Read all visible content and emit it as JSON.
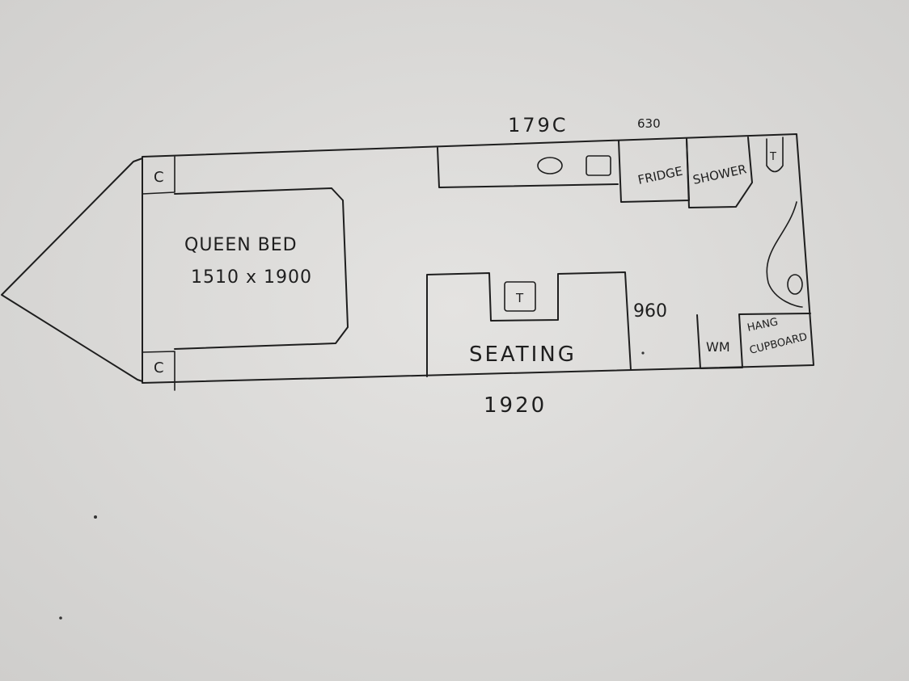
{
  "labels": {
    "dim_top": "179C",
    "dim_fridge_width": "630",
    "fridge": "FRIDGE",
    "shower": "SHOWER",
    "toilet_top": "T",
    "bed_title": "QUEEN BED",
    "bed_size": "1510 x 1900",
    "table": "T",
    "dim_side": "960",
    "seating": "SEATING",
    "washing_machine": "WM",
    "hang_cupboard_line1": "HANG",
    "hang_cupboard_line2": "CUPBOARD",
    "corner_top": "C",
    "corner_bottom": "C",
    "dim_bottom": "1920"
  },
  "colors": {
    "paper": "#d9d8d6",
    "ink": "#1e1e1e"
  }
}
